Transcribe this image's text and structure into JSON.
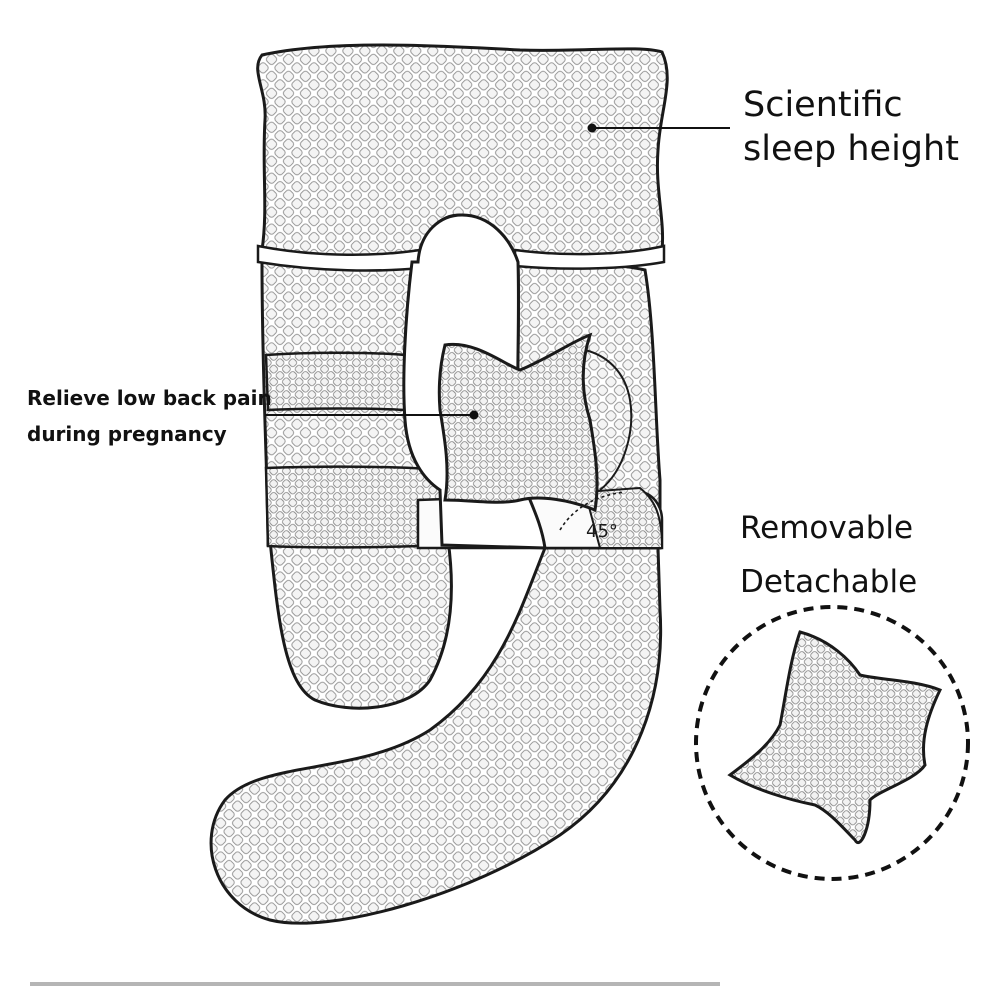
{
  "annotations": {
    "sleep_height": {
      "line1": "Scientific",
      "line2": "sleep height"
    },
    "back_pain": {
      "line1": "Relieve low back pain",
      "line2": "during pregnancy"
    },
    "removable": {
      "line1": "Removable",
      "line2": "Detachable"
    }
  },
  "angle_marker": "45°",
  "colors": {
    "ink": "#1a1a1a",
    "pillow_fill": "#ffffff",
    "texture": "#8a8a8a",
    "background": "#ffffff"
  }
}
